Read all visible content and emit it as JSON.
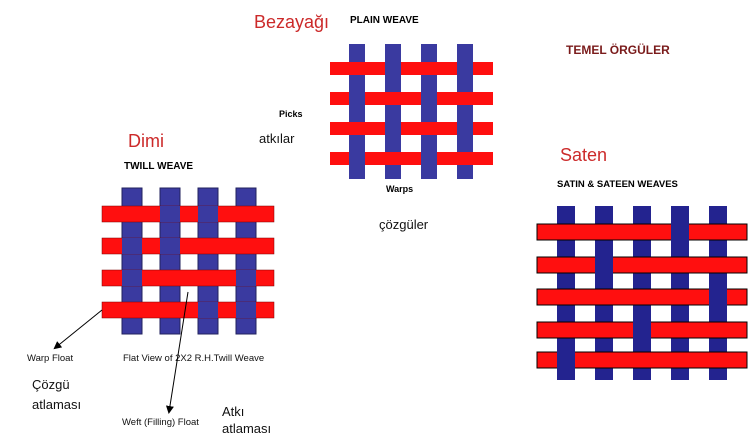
{
  "colors": {
    "warp": "#3a3aa0",
    "weft": "#ff0f0f",
    "satin_warp": "#23238f",
    "title_red": "#cc2a2a"
  },
  "overall_title": "TEMEL ÖRGÜLER",
  "plain": {
    "tr_name": "Bezayağı",
    "en_name": "PLAIN WEAVE",
    "picks_label": "Picks",
    "picks_tr": "atkılar",
    "warps_label": "Warps",
    "warps_tr": "çözgüler"
  },
  "twill": {
    "tr_name": "Dimi",
    "en_name": "TWILL WEAVE",
    "warp_float": "Warp Float",
    "warp_float_tr_1": "Çözgü",
    "warp_float_tr_2": "atlaması",
    "flat_view": "Flat View of 2X2 R.H.Twill Weave",
    "weft_float": "Weft (Filling) Float",
    "weft_float_tr_1": "Atkı",
    "weft_float_tr_2": "atlaması"
  },
  "satin": {
    "tr_name": "Saten",
    "en_name": "SATIN & SATEEN WEAVES"
  }
}
